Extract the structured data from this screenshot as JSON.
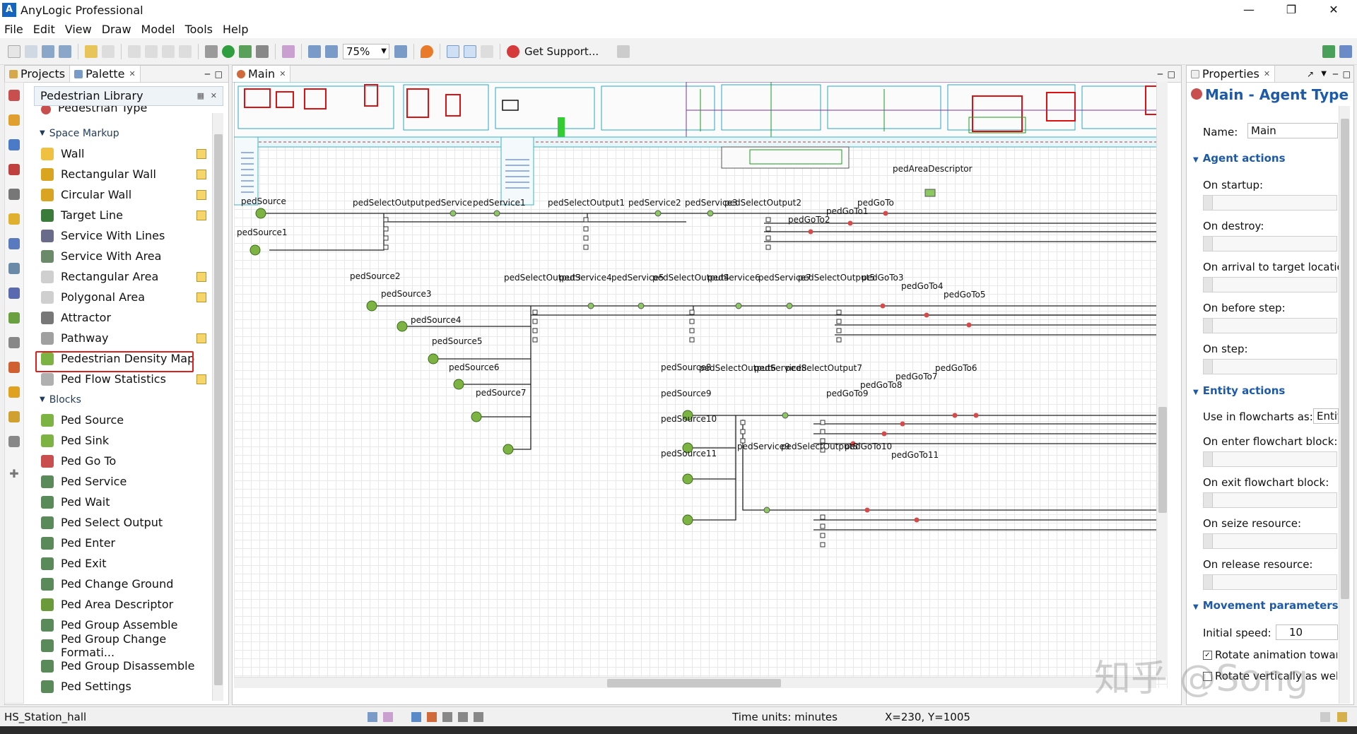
{
  "window": {
    "title": "AnyLogic Professional",
    "logo_text": "A"
  },
  "menu": [
    "File",
    "Edit",
    "View",
    "Draw",
    "Model",
    "Tools",
    "Help"
  ],
  "toolbar": {
    "zoom": "75%",
    "support_label": "Get Support..."
  },
  "left_tabs": {
    "projects": "Projects",
    "palette": "Palette"
  },
  "palette": {
    "library": "Pedestrian Library",
    "top_item": "Pedestrian Type",
    "space_markup_header": "Space Markup",
    "space_markup": [
      {
        "label": "Wall",
        "icon": "wall-icon",
        "color": "#f0c040",
        "editable": true
      },
      {
        "label": "Rectangular Wall",
        "icon": "rect-wall-icon",
        "color": "#d9a520",
        "editable": true
      },
      {
        "label": "Circular Wall",
        "icon": "circular-wall-icon",
        "color": "#d9a520",
        "editable": true
      },
      {
        "label": "Target Line",
        "icon": "target-line-icon",
        "color": "#3a7a3a",
        "editable": true
      },
      {
        "label": "Service With Lines",
        "icon": "service-lines-icon",
        "color": "#6a6a8a",
        "editable": false
      },
      {
        "label": "Service With Area",
        "icon": "service-area-icon",
        "color": "#6a8a6a",
        "editable": false
      },
      {
        "label": "Rectangular Area",
        "icon": "rect-area-icon",
        "color": "#cfcfcf",
        "editable": true
      },
      {
        "label": "Polygonal Area",
        "icon": "polygon-area-icon",
        "color": "#cfcfcf",
        "editable": true
      },
      {
        "label": "Attractor",
        "icon": "attractor-icon",
        "color": "#777777",
        "editable": false
      },
      {
        "label": "Pathway",
        "icon": "pathway-icon",
        "color": "#a0a0a0",
        "editable": true
      },
      {
        "label": "Pedestrian Density Map",
        "icon": "density-map-icon",
        "color": "#7cb342",
        "editable": false
      },
      {
        "label": "Ped Flow Statistics",
        "icon": "flow-stats-icon",
        "color": "#b0b0b0",
        "editable": true
      }
    ],
    "blocks_header": "Blocks",
    "blocks": [
      {
        "label": "Ped Source",
        "icon": "ped-source-icon",
        "color": "#7cb342"
      },
      {
        "label": "Ped Sink",
        "icon": "ped-sink-icon",
        "color": "#7cb342"
      },
      {
        "label": "Ped Go To",
        "icon": "ped-goto-icon",
        "color": "#c94f4f"
      },
      {
        "label": "Ped Service",
        "icon": "ped-service-icon",
        "color": "#5a8a5a"
      },
      {
        "label": "Ped Wait",
        "icon": "ped-wait-icon",
        "color": "#5a8a5a"
      },
      {
        "label": "Ped Select Output",
        "icon": "ped-select-output-icon",
        "color": "#5a8a5a"
      },
      {
        "label": "Ped Enter",
        "icon": "ped-enter-icon",
        "color": "#5a8a5a"
      },
      {
        "label": "Ped Exit",
        "icon": "ped-exit-icon",
        "color": "#5a8a5a"
      },
      {
        "label": "Ped Change Ground",
        "icon": "ped-change-ground-icon",
        "color": "#5a8a5a"
      },
      {
        "label": "Ped Area Descriptor",
        "icon": "ped-area-descriptor-icon",
        "color": "#6a9a3a"
      },
      {
        "label": "Ped Group Assemble",
        "icon": "ped-group-assemble-icon",
        "color": "#5a8a5a"
      },
      {
        "label": "Ped Group Change Formati...",
        "icon": "ped-group-change-icon",
        "color": "#5a8a5a"
      },
      {
        "label": "Ped Group Disassemble",
        "icon": "ped-group-disassemble-icon",
        "color": "#5a8a5a"
      },
      {
        "label": "Ped Settings",
        "icon": "ped-settings-icon",
        "color": "#5a8a5a"
      }
    ]
  },
  "editor": {
    "tab": "Main"
  },
  "diagram": {
    "labels": [
      {
        "id": "pedSource",
        "text": "pedSource"
      },
      {
        "id": "pedSource1",
        "text": "pedSource1"
      },
      {
        "id": "pedSelectOutput",
        "text": "pedSelectOutput"
      },
      {
        "id": "pedService",
        "text": "pedService"
      },
      {
        "id": "pedService1",
        "text": "pedService1"
      },
      {
        "id": "pedSelectOutput1",
        "text": "pedSelectOutput1"
      },
      {
        "id": "pedService2",
        "text": "pedService2"
      },
      {
        "id": "pedService3",
        "text": "pedService3"
      },
      {
        "id": "pedSelectOutput2",
        "text": "pedSelectOutput2"
      },
      {
        "id": "pedGoTo",
        "text": "pedGoTo"
      },
      {
        "id": "pedGoTo1",
        "text": "pedGoTo1"
      },
      {
        "id": "pedGoTo2",
        "text": "pedGoTo2"
      },
      {
        "id": "pedAreaDescriptor",
        "text": "pedAreaDescriptor"
      },
      {
        "id": "pedSource2",
        "text": "pedSource2"
      },
      {
        "id": "pedSource3",
        "text": "pedSource3"
      },
      {
        "id": "pedSelectOutput3",
        "text": "pedSelectOutput3"
      },
      {
        "id": "pedService4",
        "text": "pedService4"
      },
      {
        "id": "pedService5",
        "text": "pedService5"
      },
      {
        "id": "pedSelectOutput4",
        "text": "pedSelectOutput4"
      },
      {
        "id": "pedService6",
        "text": "pedService6"
      },
      {
        "id": "pedService7",
        "text": "pedService7"
      },
      {
        "id": "pedSelectOutput5",
        "text": "pedSelectOutput5"
      },
      {
        "id": "pedGoTo3",
        "text": "pedGoTo3"
      },
      {
        "id": "pedGoTo4",
        "text": "pedGoTo4"
      },
      {
        "id": "pedGoTo5",
        "text": "pedGoTo5"
      },
      {
        "id": "pedSource4",
        "text": "pedSource4"
      },
      {
        "id": "pedSource5",
        "text": "pedSource5"
      },
      {
        "id": "pedSource6",
        "text": "pedSource6"
      },
      {
        "id": "pedSource7",
        "text": "pedSource7"
      },
      {
        "id": "pedSource8",
        "text": "pedSource8"
      },
      {
        "id": "pedSelectOutput6",
        "text": "pedSelectOutput6"
      },
      {
        "id": "pedService8",
        "text": "pedService8"
      },
      {
        "id": "pedSelectOutput7",
        "text": "pedSelectOutput7"
      },
      {
        "id": "pedGoTo7",
        "text": "pedGoTo7"
      },
      {
        "id": "pedGoTo6",
        "text": "pedGoTo6"
      },
      {
        "id": "pedGoTo8",
        "text": "pedGoTo8"
      },
      {
        "id": "pedGoTo9",
        "text": "pedGoTo9"
      },
      {
        "id": "pedSource9",
        "text": "pedSource9"
      },
      {
        "id": "pedSource10",
        "text": "pedSource10"
      },
      {
        "id": "pedSource11",
        "text": "pedSource11"
      },
      {
        "id": "pedService9",
        "text": "pedService9"
      },
      {
        "id": "pedSelectOutput8",
        "text": "pedSelectOutput8"
      },
      {
        "id": "pedGoTo10",
        "text": "pedGoTo10"
      },
      {
        "id": "pedGoTo11",
        "text": "pedGoTo11"
      }
    ]
  },
  "properties": {
    "tab": "Properties",
    "title": "Main - Agent Type",
    "name_label": "Name:",
    "name_value": "Main",
    "agent_actions_header": "Agent actions",
    "agent_actions": [
      "On startup:",
      "On destroy:",
      "On arrival to target locatic",
      "On before step:",
      "On step:"
    ],
    "entity_actions_header": "Entity actions",
    "use_in_flowcharts_label": "Use in flowcharts as:",
    "use_in_flowcharts_value": "Entit",
    "entity_actions": [
      "On enter flowchart block:",
      "On exit flowchart block:",
      "On seize resource:",
      "On release resource:"
    ],
    "movement_header": "Movement parameters",
    "initial_speed_label": "Initial speed:",
    "initial_speed_value": "10",
    "rotate_label": "Rotate animation towar",
    "rotate_vertical_label": "Rotate vertically as well"
  },
  "status": {
    "project": "HS_Station_hall",
    "time_units": "Time units: minutes",
    "coords": "X=230, Y=1005"
  },
  "watermark": "知乎 @Song"
}
